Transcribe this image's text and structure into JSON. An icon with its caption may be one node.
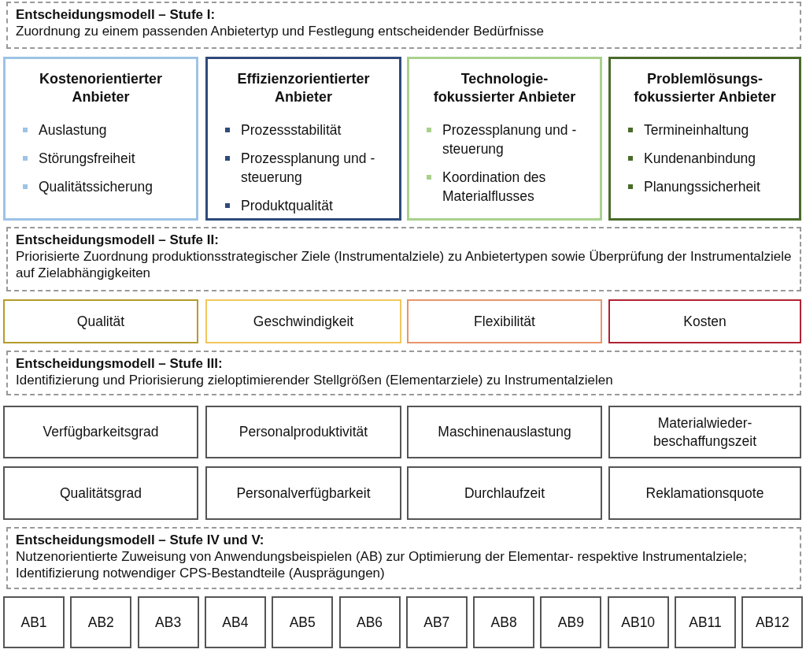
{
  "diagram": {
    "nodes": [
      {
        "text": [
          "Entscheidungsmodell – Stufe I:",
          "Zuordnung zu einem passenden Anbietertyp und Festlegung entscheidender Bedürfnisse"
        ]
      },
      {
        "text": [
          "Kostenorientierter Anbieter",
          "Auslastung",
          "Störungsfreiheit",
          "Qualitätssicherung"
        ]
      },
      {
        "text": [
          "Effizienzorientierter Anbieter",
          "Prozessstabilität",
          "Prozessplanung und -steuerung",
          "Produktqualität"
        ]
      },
      {
        "text": [
          "Technologie-fokussierter Anbieter",
          "Prozessplanung und -steuerung",
          "Koordination des Materialflusses"
        ]
      },
      {
        "text": [
          "Problemlösungs-fokussierter Anbieter",
          "Termineinhaltung",
          "Kundenanbindung",
          "Planungssicherheit"
        ]
      },
      {
        "text": [
          "Entscheidungsmodell – Stufe II:",
          "Priorisierte Zuordnung produktionsstrategischer Ziele (Instrumentalziele) zu Anbietertypen sowie Überprüfung der Instrumentalziele auf Zielabhängigkeiten"
        ]
      },
      {
        "text": [
          "Qualität"
        ]
      },
      {
        "text": [
          "Geschwindigkeit"
        ]
      },
      {
        "text": [
          "Flexibilität"
        ]
      },
      {
        "text": [
          "Kosten"
        ]
      },
      {
        "text": [
          "Entscheidungsmodell – Stufe III:",
          "Identifizierung und Priorisierung zieloptimierender Stellgrößen (Elementarziele) zu Instrumentalzielen"
        ]
      },
      {
        "text": [
          "Verfügbarkeitsgrad"
        ]
      },
      {
        "text": [
          "Personalproduktivität"
        ]
      },
      {
        "text": [
          "Maschinenauslastung"
        ]
      },
      {
        "text": [
          "Materialwieder-beschaffungszeit"
        ]
      },
      {
        "text": [
          "Qualitätsgrad"
        ]
      },
      {
        "text": [
          "Personalverfügbarkeit"
        ]
      },
      {
        "text": [
          "Durchlaufzeit"
        ]
      },
      {
        "text": [
          "Reklamationsquote"
        ]
      },
      {
        "text": [
          "Entscheidungsmodell – Stufe IV und V:",
          "Nutzenorientierte Zuweisung von Anwendungsbeispielen (AB) zur Optimierung der Elementar- respektive Instrumentalziele; Identifizierung notwendiger CPS-Bestandteile (Ausprägungen)"
        ]
      },
      {
        "text": [
          "AB1"
        ]
      },
      {
        "text": [
          "AB2"
        ]
      },
      {
        "text": [
          "AB3"
        ]
      },
      {
        "text": [
          "AB4"
        ]
      },
      {
        "text": [
          "AB5"
        ]
      },
      {
        "text": [
          "AB6"
        ]
      },
      {
        "text": [
          "AB7"
        ]
      },
      {
        "text": [
          "AB8"
        ]
      },
      {
        "text": [
          "AB9"
        ]
      },
      {
        "text": [
          "AB10"
        ]
      },
      {
        "text": [
          "AB11"
        ]
      },
      {
        "text": [
          "AB12"
        ]
      }
    ],
    "edges": []
  }
}
